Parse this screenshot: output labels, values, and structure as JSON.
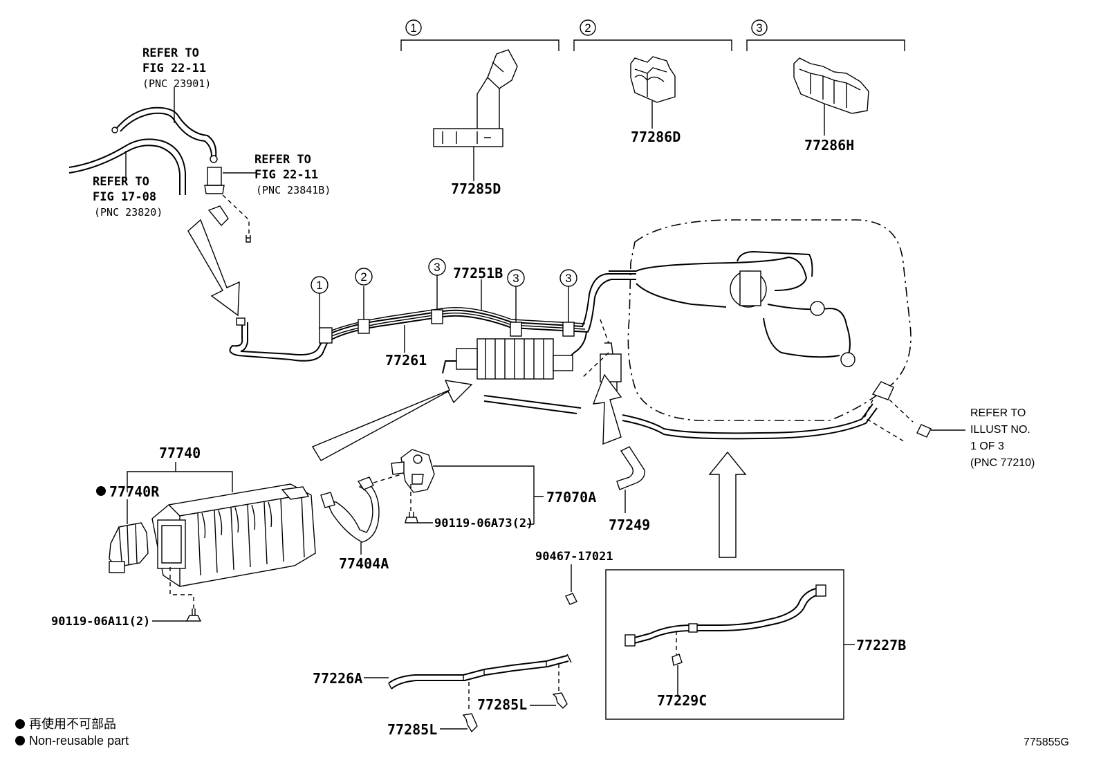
{
  "callout_circles": [
    "1",
    "2",
    "3"
  ],
  "inset_labels": {
    "clamp_1": "77285D",
    "clamp_2": "77286D",
    "clamp_3": "77286H"
  },
  "refer_notes": {
    "fig_22_11_a": {
      "line1": "REFER TO",
      "line2": "FIG 22-11",
      "line3": "(PNC 23901)"
    },
    "fig_22_11_b": {
      "line1": "REFER TO",
      "line2": "FIG 22-11",
      "line3": "(PNC 23841B)"
    },
    "fig_17_08": {
      "line1": "REFER TO",
      "line2": "FIG 17-08",
      "line3": "(PNC 23820)"
    },
    "illust_1of3": {
      "line1": "REFER TO",
      "line2": "ILLUST NO.",
      "line3": "1 OF 3",
      "line4": "(PNC 77210)"
    }
  },
  "part_labels": {
    "p77251B": "77251B",
    "p77261": "77261",
    "p77740": "77740",
    "p77740R": "77740R",
    "p77404A": "77404A",
    "p77070A": "77070A",
    "p90119_06A73": "90119-06A73(2)",
    "p90119_06A11": "90119-06A11(2)",
    "p77249": "77249",
    "p90467_17021": "90467-17021",
    "p77227B": "77227B",
    "p77229C": "77229C",
    "p77226A": "77226A",
    "p77285L_a": "77285L",
    "p77285L_b": "77285L"
  },
  "legend": {
    "jp": "再使用不可部品",
    "en": "Non-reusable part"
  },
  "figure_code": "775855G"
}
